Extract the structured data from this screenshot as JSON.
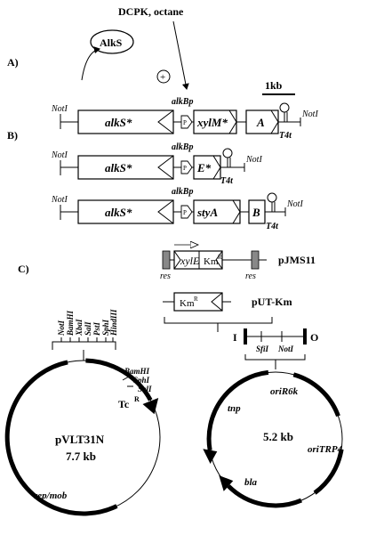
{
  "top": {
    "inducer": "DCPK, octane",
    "regulator": "AlkS",
    "plus": "+",
    "scale_bar": "1kb"
  },
  "panel_labels": {
    "a": "A)",
    "b": "B)",
    "c": "C)"
  },
  "constructs": {
    "notI": "NotI",
    "promoter": "alkBp",
    "p_box": "P",
    "terminator": "T4t",
    "alkS": "alkS*",
    "row1_gene1": "xylM*",
    "row1_gene2": "A",
    "row2_gene1": "E*",
    "row3_gene1": "styA",
    "row3_gene2": "B"
  },
  "pjms11": {
    "name": "pJMS11",
    "gene": "xylE",
    "marker_base": "Km",
    "marker_sup": "R",
    "res": "res"
  },
  "put_km": {
    "name": "pUT-Km",
    "marker_base": "Km",
    "marker_sup": "R"
  },
  "pvlt31n": {
    "name": "pVLT31N",
    "size": "7.7 kb",
    "tc_base": "Tc",
    "tc_sup": "R",
    "rep": "rep/mob",
    "mcs": [
      "NotI",
      "BamHI",
      "XbaI",
      "SalI",
      "PstI",
      "SphI",
      "HindIII"
    ],
    "extra_sites": [
      "BamHI",
      "SphI",
      "SalI"
    ]
  },
  "mini": {
    "size": "5.2 kb",
    "i_end": "I",
    "o_end": "O",
    "sfi": "SfiI",
    "noti": "NotI",
    "ori_r6k": "oriR6k",
    "tnp": "tnp",
    "ori_trp4": "oriTRP4",
    "bla": "bla"
  }
}
